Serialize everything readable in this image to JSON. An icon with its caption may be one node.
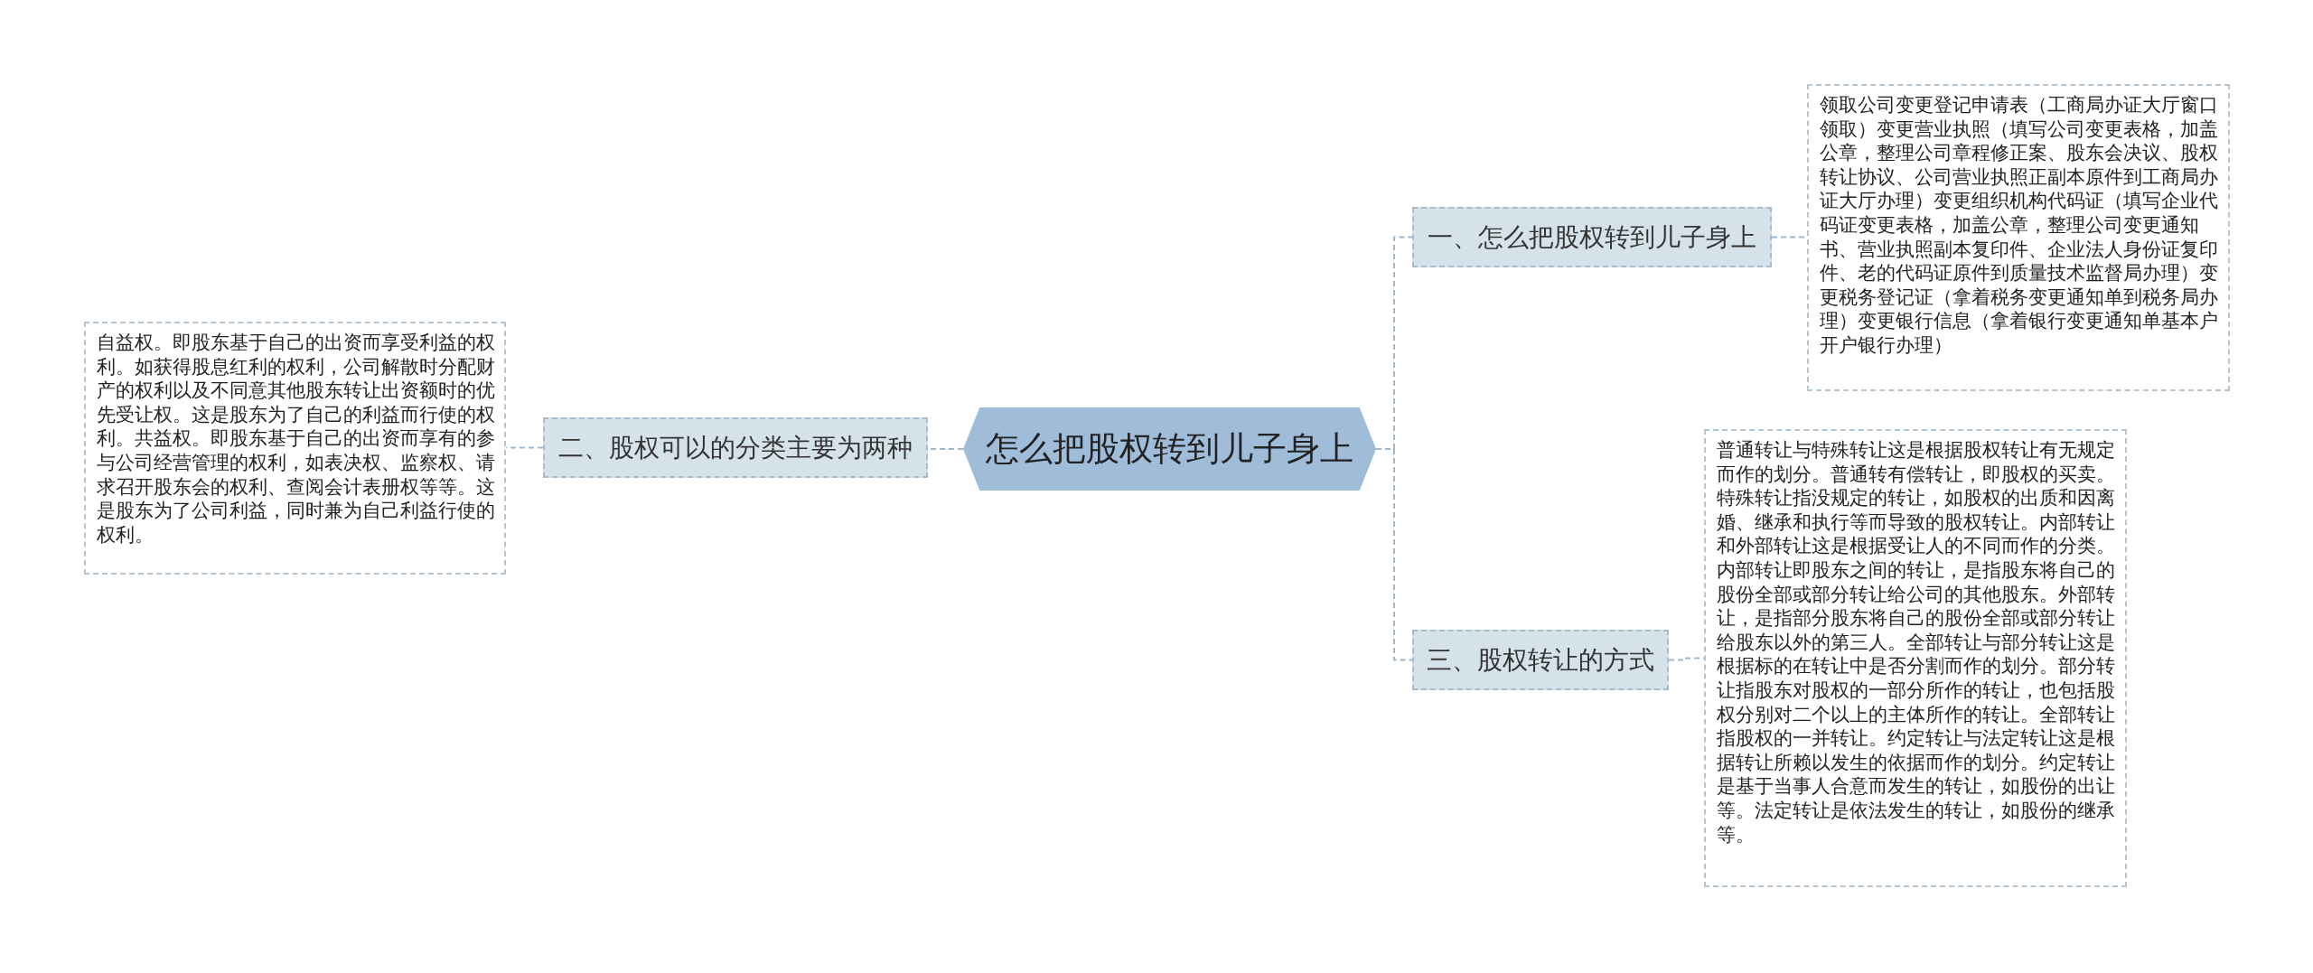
{
  "diagram": {
    "nodes": [
      {
        "text": [
          "怎么把股权转到儿子身上"
        ]
      },
      {
        "text": [
          "一、怎么把股权转到儿子身上"
        ]
      },
      {
        "text": [
          "领取公司变更登记申请表（工商局办证大厅窗口领取）变更营业执照（填写公司变更表格，加盖公章，整理公司章程修正案、股东会决议、股权转让协议、公司营业执照正副本原件到工商局办证大厅办理）变更组织机构代码证（填写企业代码证变更表格，加盖公章，整理公司变更通知书、营业执照副本复印件、企业法人身份证复印件、老的代码证原件到质量技术监督局办理）变更税务登记证（拿着税务变更通知单到税务局办理）变更银行信息（拿着银行变更通知单基本户开户银行办理）"
        ]
      },
      {
        "text": [
          "二、股权可以的分类主要为两种"
        ]
      },
      {
        "text": [
          "自益权。即股东基于自己的出资而享受利益的权利。如获得股息红利的权利，公司解散时分配财产的权利以及不同意其他股东转让出资额时的优先受让权。这是股东为了自己的利益而行使的权利。共益权。即股东基于自己的出资而享有的参与公司经营管理的权利，如表决权、监察权、请求召开股东会的权利、查阅会计表册权等等。这是股东为了公司利益，同时兼为自己利益行使的权利。"
        ]
      },
      {
        "text": [
          "三、股权转让的方式"
        ]
      },
      {
        "text": [
          "普通转让与特殊转让这是根据股权转让有无规定而作的划分。普通转有偿转让，即股权的买卖。特殊转让指没规定的转让，如股权的出质和因离婚、继承和执行等而导致的股权转让。内部转让和外部转让这是根据受让人的不同而作的分类。内部转让即股东之间的转让，是指股东将自己的股份全部或部分转让给公司的其他股东。外部转让，是指部分股东将自己的股份全部或部分转让给股东以外的第三人。全部转让与部分转让这是根据标的在转让中是否分割而作的划分。部分转让指股东对股权的一部分所作的转让，也包括股权分别对二个以上的主体所作的转让。全部转让指股权的一并转让。约定转让与法定转让这是根据转让所赖以发生的依据而作的划分。约定转让是基于当事人合意而发生的转让，如股份的出让等。法定转让是依法发生的转让，如股份的继承等。"
        ]
      }
    ],
    "edges": [
      {
        "from": 0,
        "to": 1,
        "arrow": "none"
      },
      {
        "from": 1,
        "to": 2,
        "arrow": "none"
      },
      {
        "from": 0,
        "to": 3,
        "arrow": "none"
      },
      {
        "from": 3,
        "to": 4,
        "arrow": "none"
      },
      {
        "from": 0,
        "to": 5,
        "arrow": "none"
      },
      {
        "from": 5,
        "to": 6,
        "arrow": "none"
      }
    ]
  }
}
